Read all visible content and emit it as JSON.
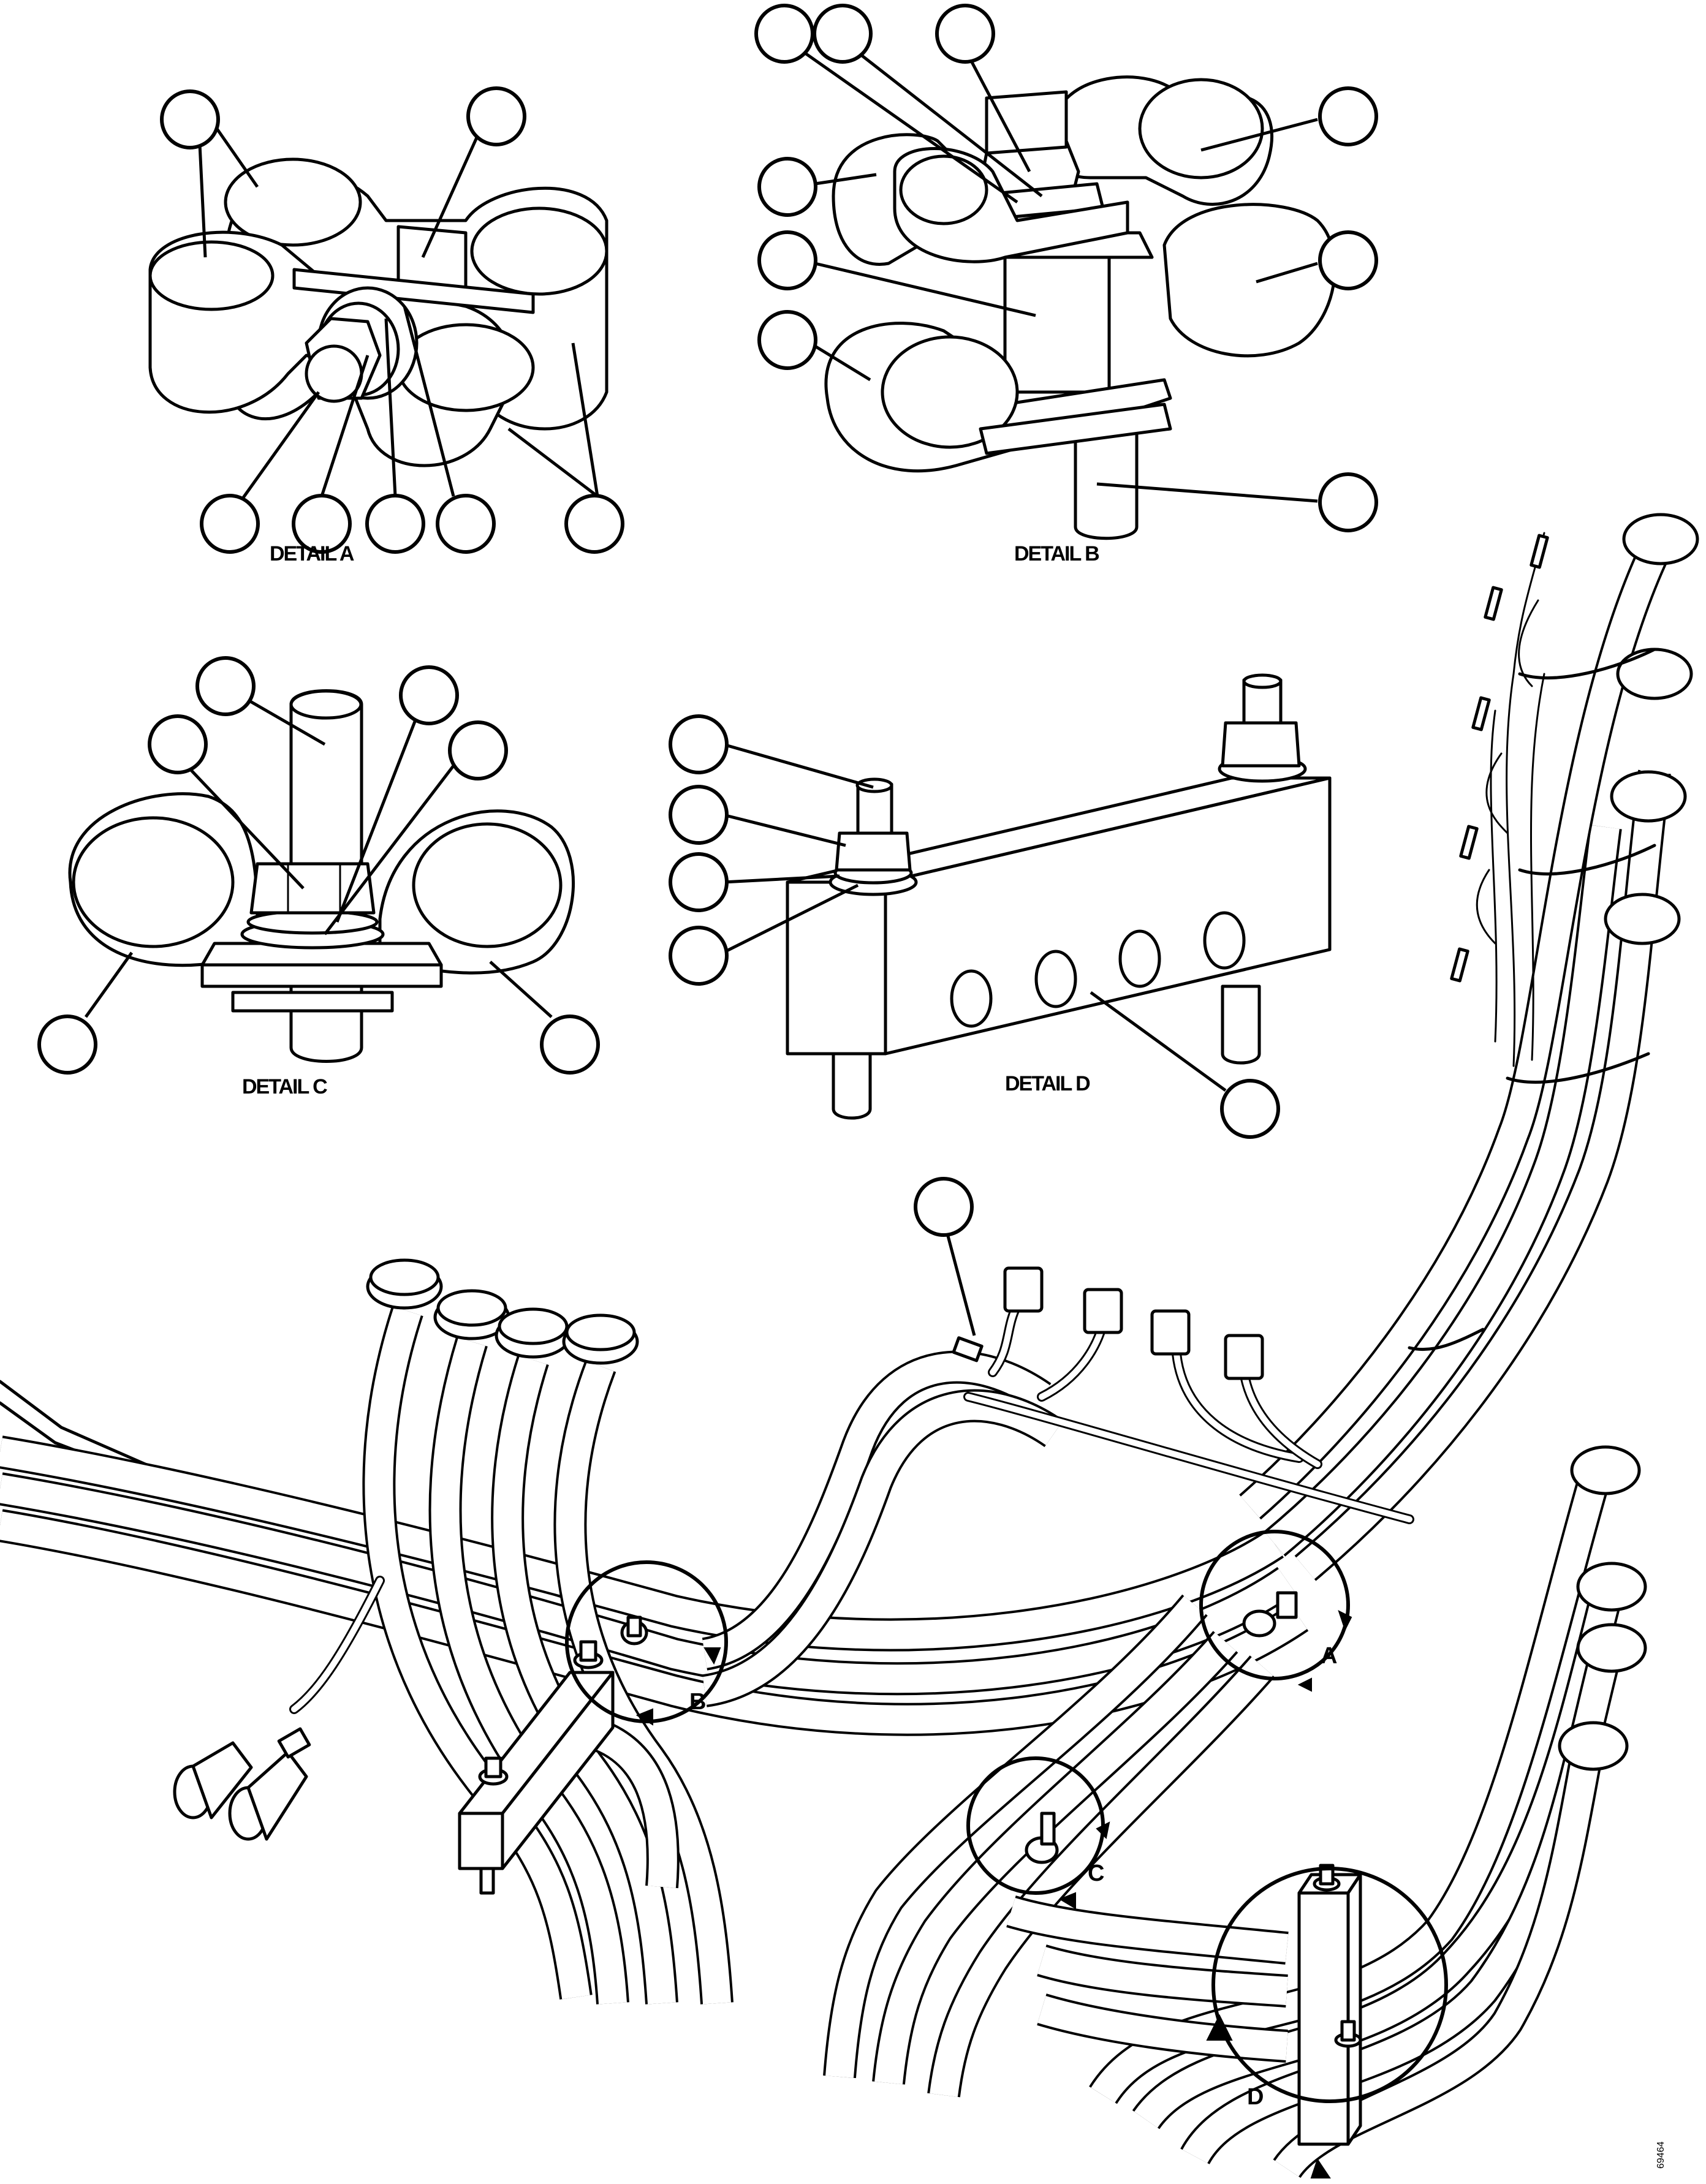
{
  "details": {
    "a": {
      "title": "DETAIL A"
    },
    "b": {
      "title": "DETAIL B"
    },
    "c": {
      "title": "DETAIL C"
    },
    "d": {
      "title": "DETAIL D"
    }
  },
  "view_markers": {
    "a": "A",
    "b": "B",
    "c": "C",
    "d": "D"
  },
  "figure_id": "69464",
  "callouts": {
    "detail_a_count": 7,
    "detail_b_count": 9,
    "detail_c_count": 6,
    "detail_d_count": 5,
    "main_view_count": 1,
    "style": "empty circle"
  }
}
